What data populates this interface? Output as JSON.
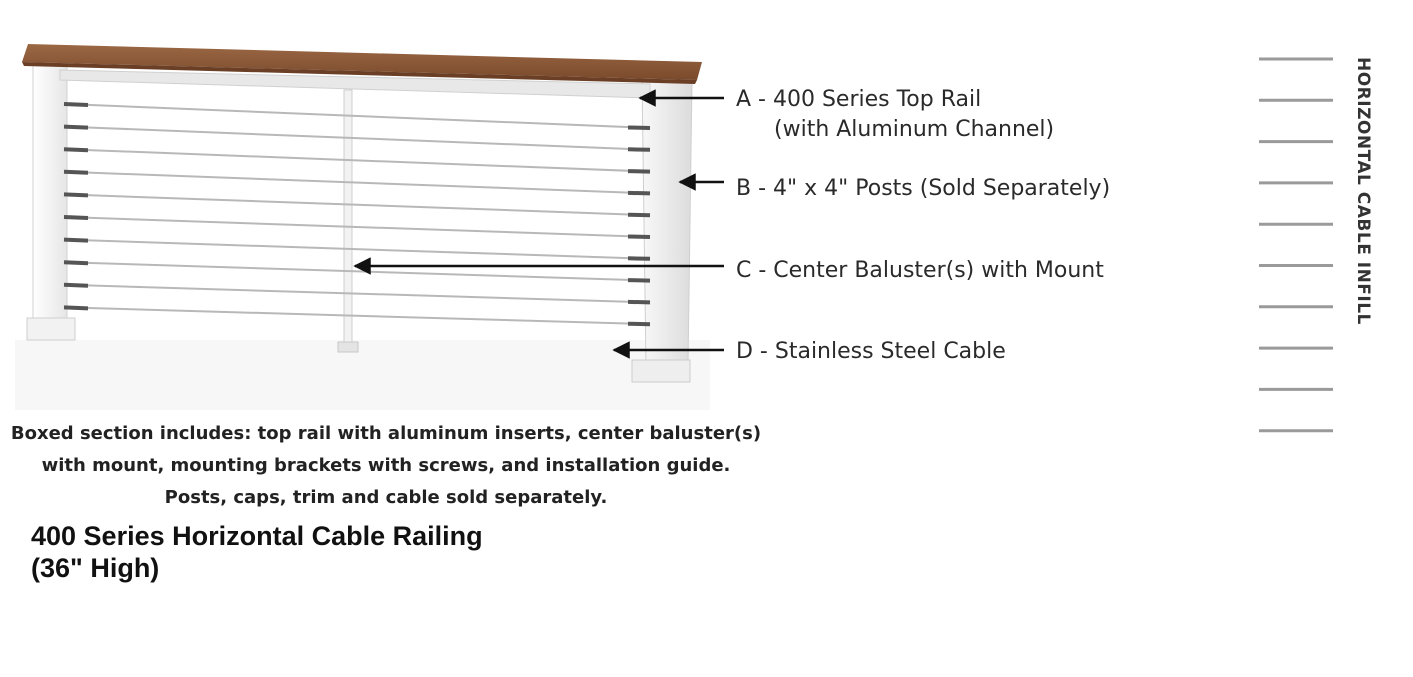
{
  "callouts": {
    "a_line1": "A - 400 Series Top Rail",
    "a_line2": "(with Aluminum Channel)",
    "b": "B - 4\" x 4\" Posts (Sold Separately)",
    "c": "C - Center Baluster(s) with Mount",
    "d": "D - Stainless Steel Cable"
  },
  "description": {
    "line1": "Boxed section includes: top rail with aluminum inserts, center baluster(s)",
    "line2": "with mount, mounting brackets with screws, and installation guide.",
    "line3": "Posts, caps, trim and cable sold separately."
  },
  "title": {
    "line1": "400 Series Horizontal Cable Railing",
    "line2": "(36\" High)"
  },
  "side_label": "HORIZONTAL CABLE INFILL",
  "infill_cable_count": 10,
  "colors": {
    "top_rail": "#8a5a3a",
    "post": "#f4f4f4",
    "cable": "#b8b8b8",
    "arrow": "#111111",
    "infill_line": "#9a9a9a"
  }
}
